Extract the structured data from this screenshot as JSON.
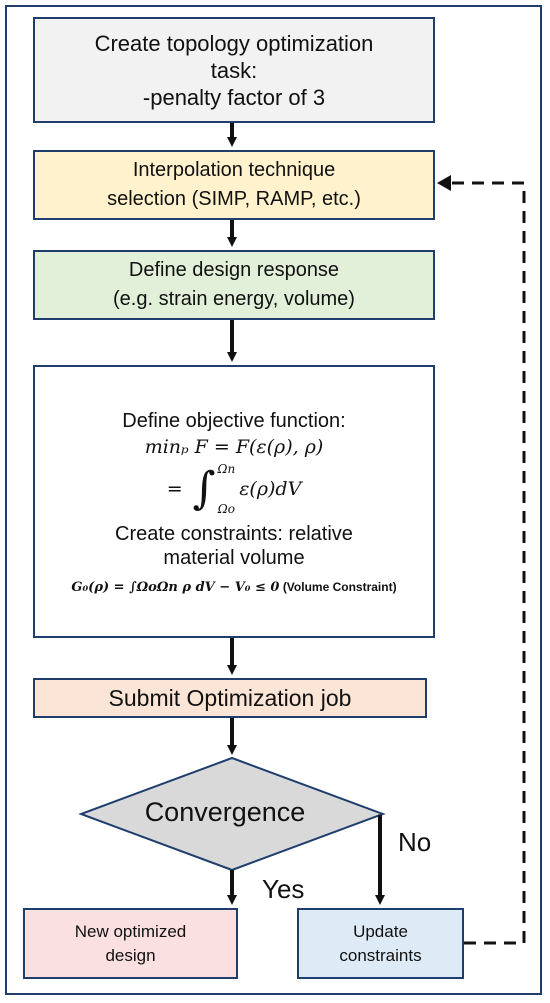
{
  "nodes": {
    "create_task": {
      "line1": "Create topology optimization",
      "line2": "task:",
      "line3": "-penalty factor of 3"
    },
    "interpolation": {
      "line1": "Interpolation technique",
      "line2": "selection (SIMP, RAMP, etc.)"
    },
    "design_response": {
      "line1": "Define design response",
      "line2": "(e.g. strain energy, volume)"
    },
    "objective": {
      "heading": "Define objective function:",
      "eq1": "minₚ F = F(ε(ρ), ρ)",
      "eq2_prefix": "=",
      "integral_upper": "Ωn",
      "integral_lower": "Ωo",
      "eq2_body": "ε(ρ)dV",
      "constraints_line1": "Create constraints: relative",
      "constraints_line2": "material volume",
      "volume_eq": "G₀(ρ) = ∫ΩoΩn ρ dV − V₀ ≤ 0",
      "volume_label": "(Volume Constraint)"
    },
    "submit": {
      "label": "Submit Optimization job"
    },
    "convergence": {
      "label": "Convergence"
    },
    "new_design": {
      "line1": "New optimized",
      "line2": "design"
    },
    "update_constraints": {
      "line1": "Update",
      "line2": "constraints"
    }
  },
  "edge_labels": {
    "yes": "Yes",
    "no": "No"
  },
  "colors": {
    "border": "#1f3e6e",
    "create_task_fill": "#f2f2f2",
    "interpolation_fill": "#fff2cc",
    "design_response_fill": "#e2f0d9",
    "submit_fill": "#fbe5d6",
    "convergence_fill": "#d9d9d9",
    "new_design_fill": "#fbe0e2",
    "update_fill": "#deebf7"
  }
}
